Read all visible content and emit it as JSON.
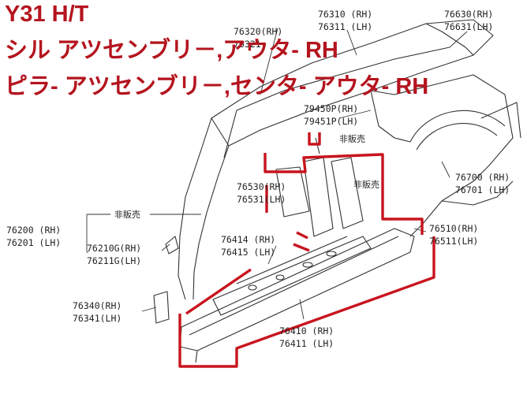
{
  "title": {
    "line1": "Y31 H/T",
    "line2": "シル アツセンブリ－,アウタ- RH",
    "line3": "ピラ- アツセンブリ－,センタ- アウタ- RH"
  },
  "note_not_sold": "非販売",
  "parts": [
    {
      "id": "p76630",
      "rh": "76630(RH)",
      "lh": "76631(LH)"
    },
    {
      "id": "p76310",
      "rh": "76310 (RH)",
      "lh": "76311 (LH)"
    },
    {
      "id": "p76320",
      "rh": "76320(RH)",
      "lh": "76321"
    },
    {
      "id": "p79450",
      "rh": "79450P(RH)",
      "lh": "79451P(LH)"
    },
    {
      "id": "p76530",
      "rh": "76530(RH)",
      "lh": "76531(LH)"
    },
    {
      "id": "p76700",
      "rh": "76700 (RH)",
      "lh": "76701 (LH)"
    },
    {
      "id": "p76200",
      "rh": "76200 (RH)",
      "lh": "76201 (LH)"
    },
    {
      "id": "p76210",
      "rh": "76210G(RH)",
      "lh": "76211G(LH)"
    },
    {
      "id": "p76414",
      "rh": "76414 (RH)",
      "lh": "76415 (LH)"
    },
    {
      "id": "p76510",
      "rh": "76510(RH)",
      "lh": "76511(LH)"
    },
    {
      "id": "p76340",
      "rh": "76340(RH)",
      "lh": "76341(LH)"
    },
    {
      "id": "p76410",
      "rh": "76410 (RH)",
      "lh": "76411 (LH)"
    }
  ],
  "colors": {
    "highlight": "#c8141e",
    "title": "#b4141e",
    "line": "#333333"
  }
}
